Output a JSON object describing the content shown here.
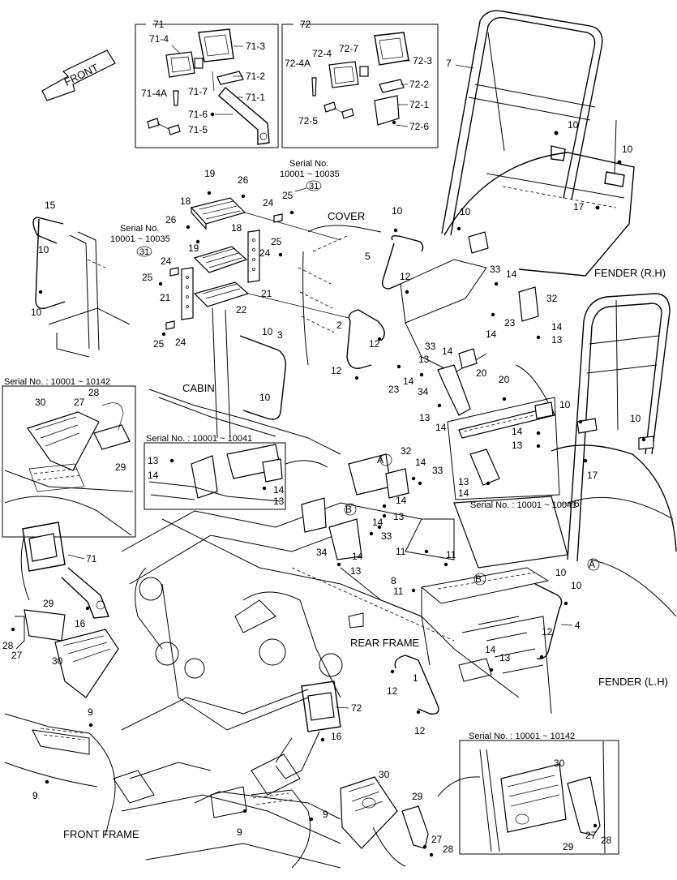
{
  "areas": {
    "front": "FRONT",
    "cover": "COVER",
    "cabin": "CABIN",
    "fender_rh": "FENDER (R.H)",
    "fender_lh": "FENDER (L.H)",
    "rear_frame": "REAR FRAME",
    "front_frame": "FRONT FRAME"
  },
  "serials": {
    "s35_line1": "Serial No.",
    "s35_line2": "10001 ~ 10035",
    "s142": "Serial No. : 10001 ~ 10142",
    "s41": "Serial No. : 10001 ~ 10041"
  },
  "refs": {
    "a": "A",
    "b": "B",
    "c31": "31"
  },
  "parts": {
    "p71": "71",
    "p71_1": "71-1",
    "p71_2": "71-2",
    "p71_3": "71-3",
    "p71_4": "71-4",
    "p71_4a": "71-4A",
    "p71_5": "71-5",
    "p71_6": "71-6",
    "p71_7": "71-7",
    "p72": "72",
    "p72_1": "72-1",
    "p72_2": "72-2",
    "p72_3": "72-3",
    "p72_4": "72-4",
    "p72_4a": "72-4A",
    "p72_5": "72-5",
    "p72_6": "72-6",
    "p72_7": "72-7",
    "n1": "1",
    "n2": "2",
    "n3": "3",
    "n4": "4",
    "n5": "5",
    "n6": "6",
    "n7": "7",
    "n8": "8",
    "n9": "9",
    "n10": "10",
    "n11": "11",
    "n12": "12",
    "n13": "13",
    "n14": "14",
    "n15": "15",
    "n16": "16",
    "n17": "17",
    "n18": "18",
    "n19": "19",
    "n20": "20",
    "n21": "21",
    "n22": "22",
    "n23": "23",
    "n24": "24",
    "n25": "25",
    "n26": "26",
    "n27": "27",
    "n28": "28",
    "n29": "29",
    "n30": "30",
    "n32": "32",
    "n33": "33",
    "n34": "34"
  }
}
